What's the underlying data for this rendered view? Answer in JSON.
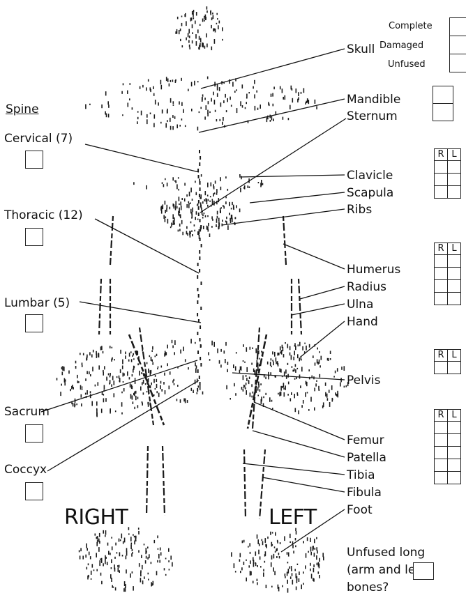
{
  "spine": {
    "heading": "Spine",
    "cervical": "Cervical (7)",
    "thoracic": "Thoracic (12)",
    "lumbar": "Lumbar (5)",
    "sacrum": "Sacrum",
    "coccyx": "Coccyx"
  },
  "skull": {
    "label": "Skull",
    "states": [
      "Complete",
      "Damaged",
      "Unfused"
    ]
  },
  "bones": {
    "mandible": "Mandible",
    "sternum": "Sternum",
    "clavicle": "Clavicle",
    "scapula": "Scapula",
    "ribs": "Ribs",
    "humerus": "Humerus",
    "radius": "Radius",
    "ulna": "Ulna",
    "hand": "Hand",
    "pelvis": "Pelvis",
    "femur": "Femur",
    "patella": "Patella",
    "tibia": "Tibia",
    "fibula": "Fibula",
    "foot": "Foot"
  },
  "side_headers": {
    "right": "R",
    "left": "L"
  },
  "orientation": {
    "right": "RIGHT",
    "left": "LEFT"
  },
  "unfused_long": {
    "line1": "Unfused long",
    "line2": "(arm and leg)",
    "line3": "bones?"
  },
  "colors": {
    "ink": "#111111",
    "bone": "#1a1a1a"
  }
}
